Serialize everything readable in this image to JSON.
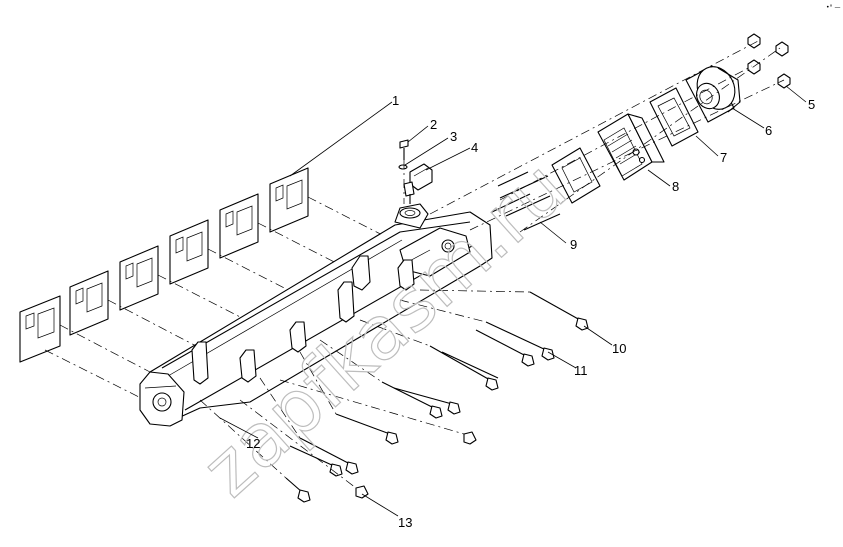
{
  "callouts": [
    {
      "id": "1",
      "label": "1"
    },
    {
      "id": "2",
      "label": "2"
    },
    {
      "id": "3",
      "label": "3"
    },
    {
      "id": "4",
      "label": "4"
    },
    {
      "id": "5",
      "label": "5"
    },
    {
      "id": "6",
      "label": "6"
    },
    {
      "id": "7",
      "label": "7"
    },
    {
      "id": "8",
      "label": "8"
    },
    {
      "id": "9",
      "label": "9"
    },
    {
      "id": "10",
      "label": "10"
    },
    {
      "id": "11",
      "label": "11"
    },
    {
      "id": "12",
      "label": "12"
    },
    {
      "id": "13",
      "label": "13"
    }
  ],
  "watermark": {
    "text": "zapfkasm.ru",
    "color": "#bdbdbd"
  },
  "corner_mark": "•° —",
  "colors": {
    "line": "#000000",
    "background": "#ffffff"
  }
}
